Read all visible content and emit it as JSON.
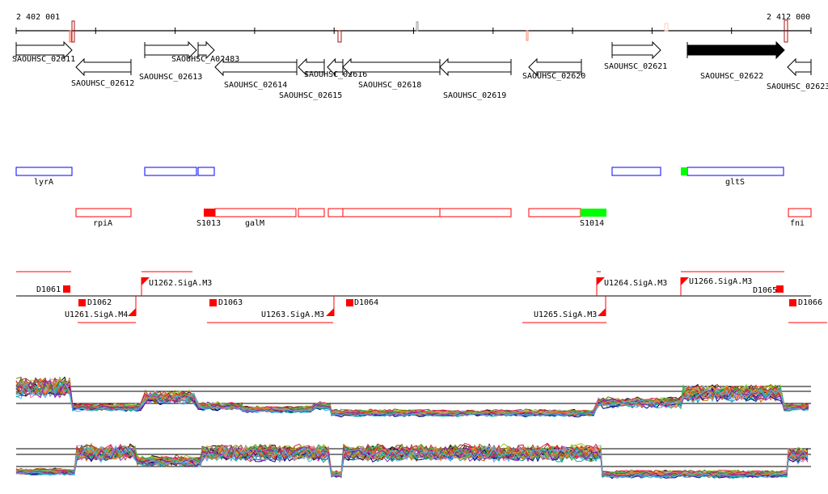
{
  "ruler": {
    "start_label": "2 402 001",
    "end_label": "2 412 000"
  },
  "genes": [
    {
      "label": "SAOUHSC_02611",
      "strand": "+"
    },
    {
      "label": "SAOUHSC_02612",
      "strand": "-"
    },
    {
      "label": "SAOUHSC_02613",
      "strand": "+"
    },
    {
      "label": "SAOUHSC_A02483",
      "strand": "+"
    },
    {
      "label": "SAOUHSC_02614",
      "strand": "-"
    },
    {
      "label": "SAOUHSC_02615",
      "strand": "-"
    },
    {
      "label": "SAOUHSC_02616",
      "strand": "-"
    },
    {
      "label": "SAOUHSC_02618",
      "strand": "-"
    },
    {
      "label": "SAOUHSC_02619",
      "strand": "-"
    },
    {
      "label": "SAOUHSC_02620",
      "strand": "-"
    },
    {
      "label": "SAOUHSC_02621",
      "strand": "+"
    },
    {
      "label": "SAOUHSC_02622",
      "strand": "+",
      "highlighted": true
    },
    {
      "label": "SAOUHSC_02623",
      "strand": "-"
    }
  ],
  "forward_operons": {
    "labels": [
      "lyrA",
      "gltS"
    ]
  },
  "reverse_operons": {
    "labels": [
      "rpiA",
      "S1013",
      "galM",
      "S1014",
      "fni"
    ]
  },
  "features": {
    "labels": [
      "D1061",
      "D1062",
      "U1261.SigA.M4",
      "U1262.SigA.M3",
      "D1063",
      "U1263.SigA.M3",
      "D1064",
      "U1264.SigA.M3",
      "U1265.SigA.M3",
      "U1266.SigA.M3",
      "D1065",
      "D1066"
    ]
  },
  "colors": {
    "forward": "#0000ff",
    "reverse": "#ff0000",
    "green": "#00ff00",
    "dark_red": "#aa1111"
  }
}
